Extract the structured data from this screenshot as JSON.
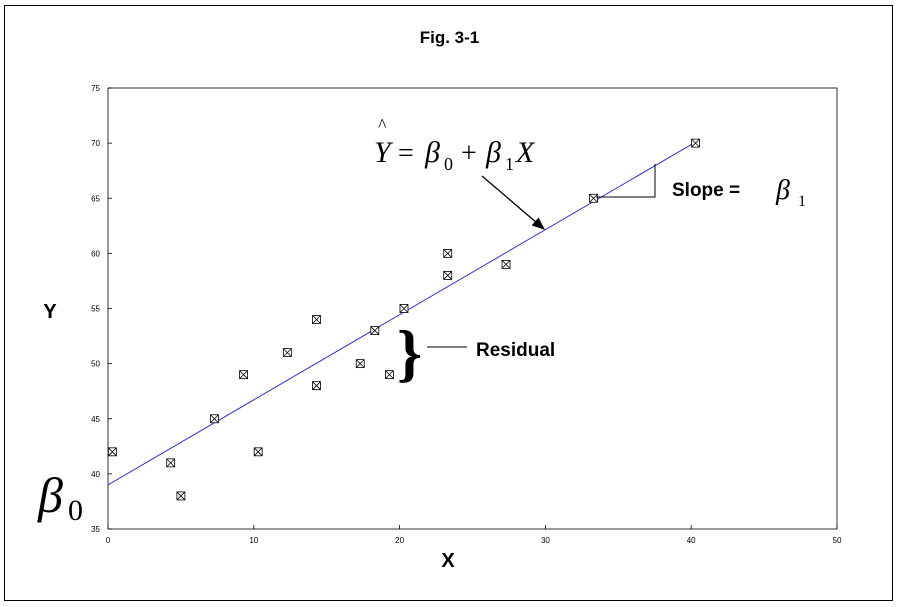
{
  "chart_data": {
    "type": "scatter",
    "title": "Fig. 3-1",
    "xlabel": "X",
    "ylabel": "Y",
    "xlim": [
      0,
      50
    ],
    "ylim": [
      35,
      75
    ],
    "xticks": [
      0,
      10,
      20,
      30,
      40,
      50
    ],
    "yticks": [
      35,
      40,
      45,
      50,
      55,
      60,
      65,
      70,
      75
    ],
    "grid": false,
    "points": [
      {
        "x": 0.3,
        "y": 42
      },
      {
        "x": 4.3,
        "y": 41
      },
      {
        "x": 5,
        "y": 38
      },
      {
        "x": 7.3,
        "y": 45
      },
      {
        "x": 9.3,
        "y": 49
      },
      {
        "x": 10.3,
        "y": 42
      },
      {
        "x": 12.3,
        "y": 51
      },
      {
        "x": 14.3,
        "y": 54
      },
      {
        "x": 14.3,
        "y": 48
      },
      {
        "x": 17.3,
        "y": 50
      },
      {
        "x": 18.3,
        "y": 53
      },
      {
        "x": 19.3,
        "y": 49
      },
      {
        "x": 20.3,
        "y": 55
      },
      {
        "x": 23.3,
        "y": 60
      },
      {
        "x": 23.3,
        "y": 58
      },
      {
        "x": 27.3,
        "y": 59
      },
      {
        "x": 33.3,
        "y": 65
      },
      {
        "x": 40.3,
        "y": 70
      }
    ],
    "regression_line": {
      "x": [
        0,
        40.3
      ],
      "y": [
        39.0,
        70.1
      ]
    },
    "line_color": "#3333cc",
    "annotations": {
      "equation": "Ŷ = β0 + β1X",
      "slope_label": "Slope =",
      "slope_symbol": "β",
      "slope_subscript": "1",
      "residual_label": "Residual",
      "intercept_symbol": "β",
      "intercept_subscript": "0"
    }
  }
}
